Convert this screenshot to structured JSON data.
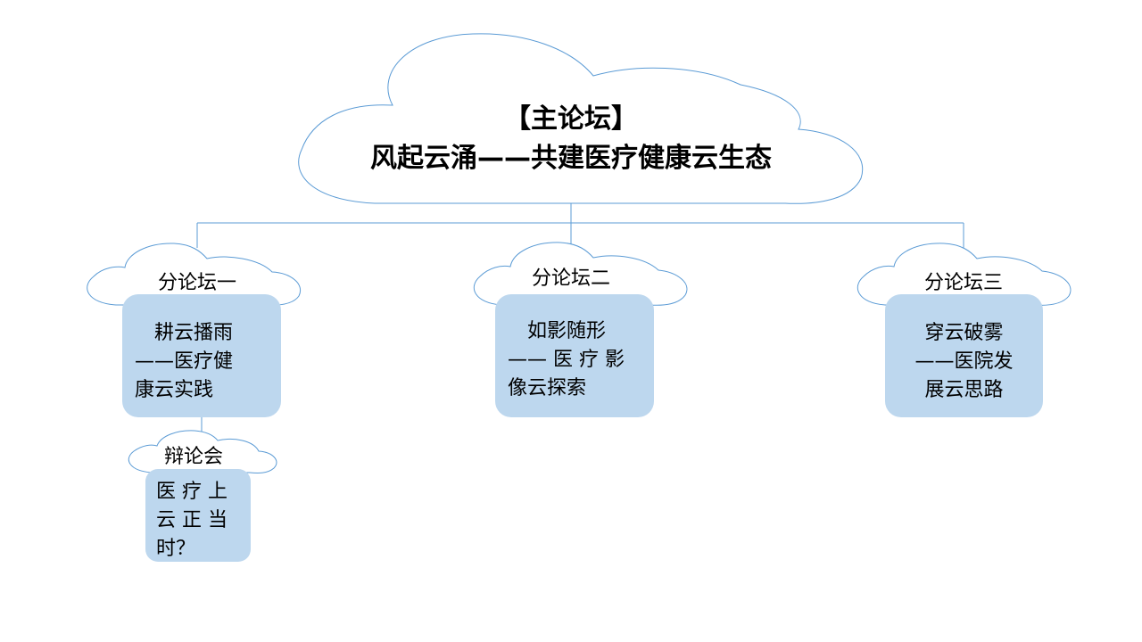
{
  "main": {
    "title_line1": "【主论坛】",
    "title_line2": "风起云涌——共建医疗健康云生态"
  },
  "forums": [
    {
      "label": "分论坛一",
      "lines": [
        "耕云播雨",
        "——医疗健",
        "康云实践"
      ]
    },
    {
      "label": "分论坛二",
      "lines": [
        "如影随形",
        "—— 医 疗 影",
        "像云探索"
      ]
    },
    {
      "label": "分论坛三",
      "lines": [
        "穿云破雾",
        "——医院发",
        "展云思路"
      ]
    }
  ],
  "debate": {
    "label": "辩论会",
    "lines": [
      "医 疗 上",
      "云 正 当",
      "时？"
    ]
  },
  "colors": {
    "cloud_outline": "#5b9bd5",
    "box_fill": "#bdd7ee",
    "connector": "#5b9bd5"
  }
}
